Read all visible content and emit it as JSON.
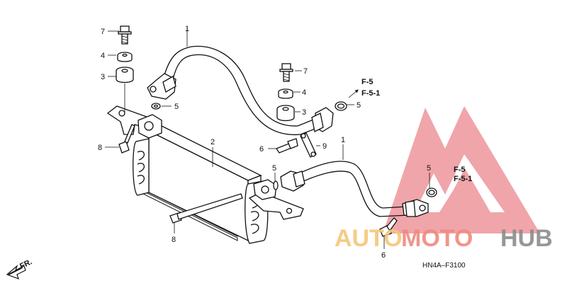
{
  "callouts": {
    "hose_upper": "1",
    "hose_lower": "1",
    "cooler": "2",
    "grommet_left": "3",
    "grommet_right": "3",
    "collar_left": "4",
    "collar_right": "4",
    "oring_left": "5",
    "oring_mid": "5",
    "oring_right": "5",
    "oring_lower": "5",
    "bolt_mid": "6",
    "bolt_lower": "6",
    "bolt_top_left": "7",
    "bolt_top_right": "7",
    "bolt_bracket": "8",
    "bolt_bottom": "8",
    "clamp": "9"
  },
  "refs": {
    "upper": [
      "F-5",
      "F-5-1"
    ],
    "lower": [
      "F-5",
      "F-5-1"
    ]
  },
  "front_arrow_label": "FR.",
  "diagram_code": "HN4A–F3100",
  "watermark": {
    "auto": "AUTO",
    "moto": "MOTO",
    "hub": "HUB",
    "colors": {
      "triangle": "#e8737a",
      "auto": "#f5c77a",
      "moto": "#ef8a80",
      "hub": "#8c8c8c"
    }
  }
}
